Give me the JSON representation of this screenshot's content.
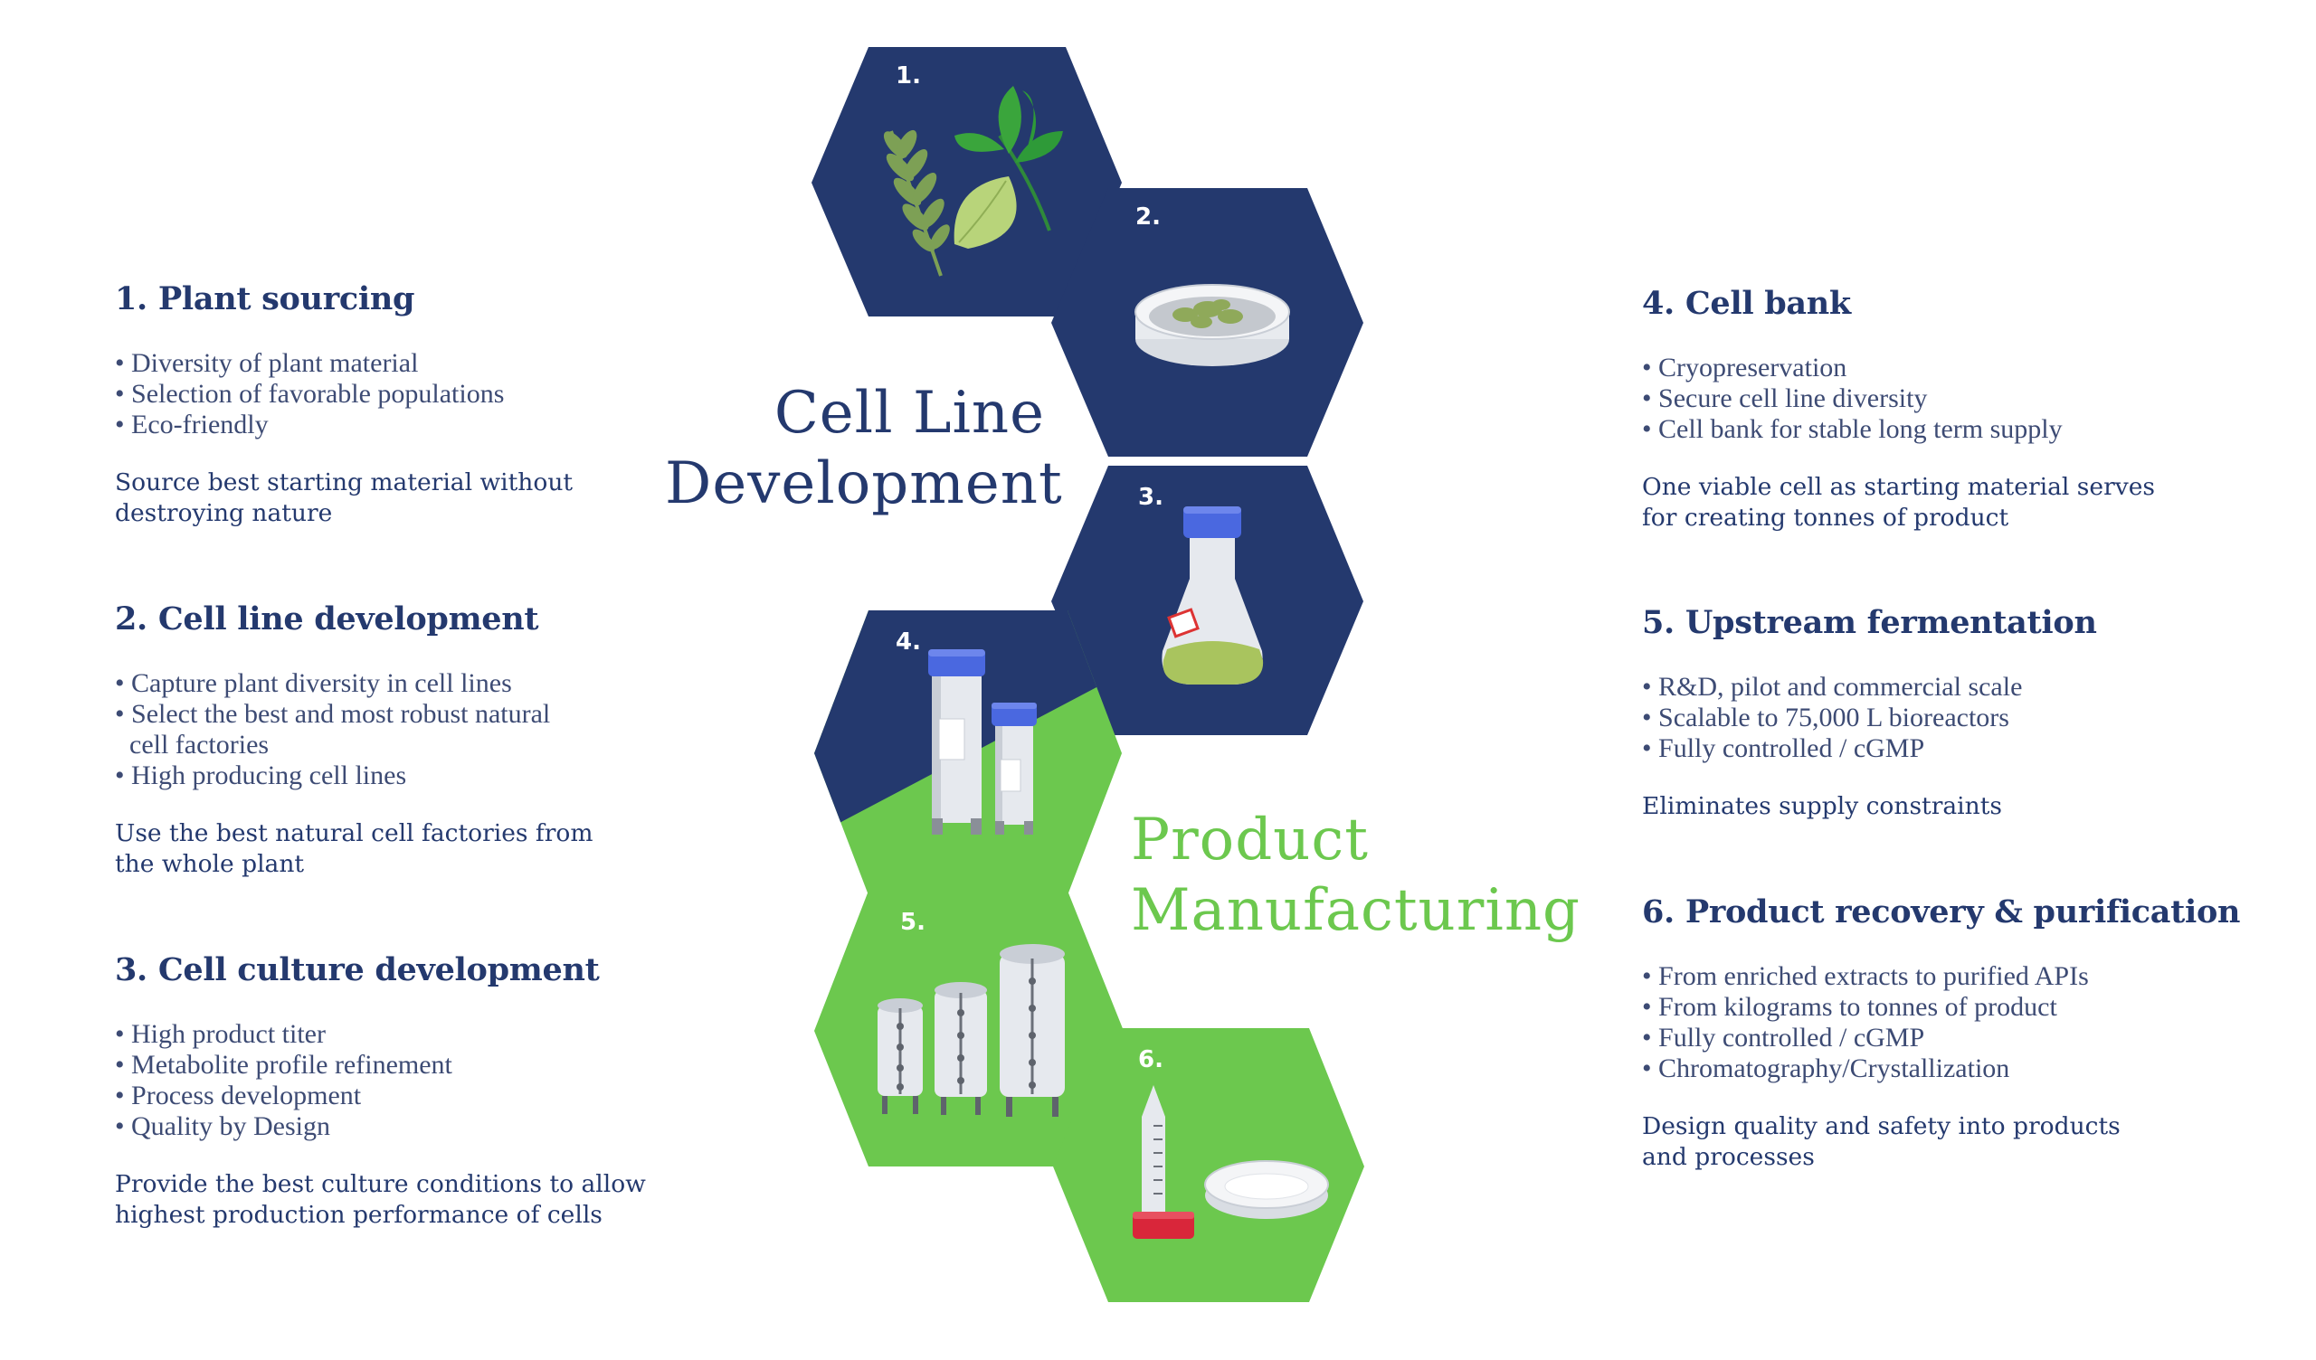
{
  "left_sections": [
    {
      "title": "1. Plant sourcing",
      "bullets": [
        "Diversity of plant material",
        "Selection of favorable populations",
        "Eco-friendly"
      ],
      "summary": "Source best starting material without\ndestroying nature"
    },
    {
      "title": "2. Cell line development",
      "bullets": [
        "Capture plant diversity in cell lines",
        "Select the best and most robust natural\ncell factories",
        "High producing cell lines"
      ],
      "summary": "Use the best natural cell factories from\nthe whole plant"
    },
    {
      "title": "3. Cell culture development",
      "bullets": [
        "High product titer",
        "Metabolite profile refinement",
        "Process development",
        "Quality by Design"
      ],
      "summary": "Provide the best culture conditions to allow\nhighest production performance of cells"
    }
  ],
  "right_sections": [
    {
      "title": "4. Cell bank",
      "bullets": [
        "Cryopreservation",
        "Secure cell line diversity",
        "Cell bank for stable long term supply"
      ],
      "summary": "One viable cell as starting material serves\nfor creating tonnes of product"
    },
    {
      "title": "5. Upstream fermentation",
      "bullets": [
        "R&D, pilot and commercial scale",
        "Scalable to 75,000 L bioreactors",
        "Fully controlled / cGMP"
      ],
      "summary": "Eliminates supply constraints"
    },
    {
      "title": "6. Product recovery & purification",
      "bullets": [
        "From enriched extracts to purified APIs",
        "From kilograms to tonnes of product",
        "Fully controlled / cGMP",
        "Chromatography/Crystallization"
      ],
      "summary": "Design quality and safety into products\nand processes"
    }
  ],
  "center": {
    "cell_line_label": "Cell Line\nDevelopment",
    "product_label": "Product\nManufacturing",
    "hex_numbers": [
      "1.",
      "2.",
      "3.",
      "4.",
      "5.",
      "6."
    ],
    "hex_icons": [
      "plant-leaves-icon",
      "petri-dish-icon",
      "flask-icon",
      "cryovials-icon",
      "bioreactors-icon",
      "tube-and-powder-icon"
    ]
  },
  "colors": {
    "navy": "#24396e",
    "green": "#6cc84e",
    "text_gray": "#3d4b74"
  }
}
